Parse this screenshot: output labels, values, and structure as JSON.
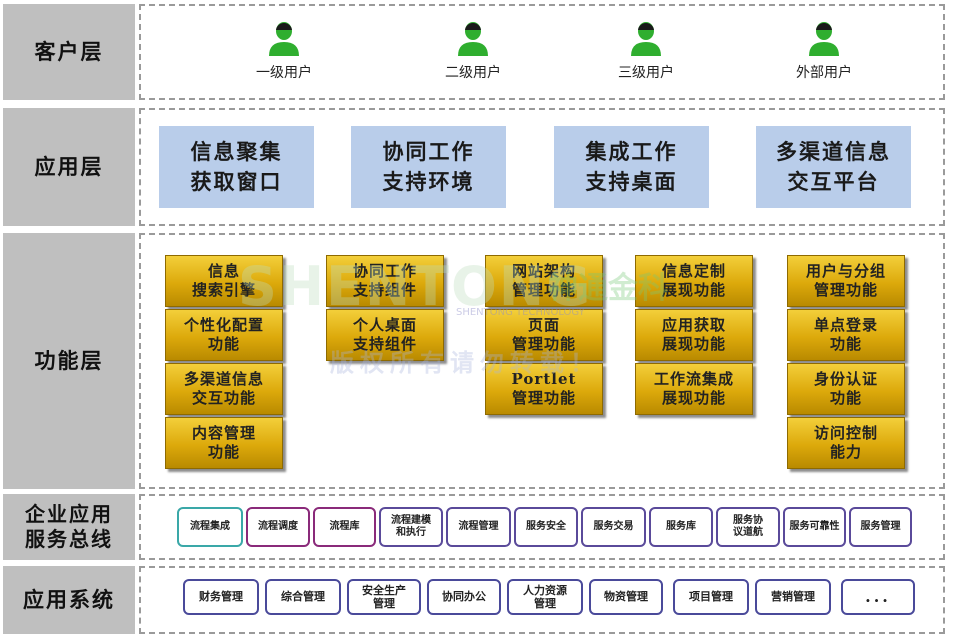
{
  "layers": {
    "client": "客户层",
    "application": "应用层",
    "function": "功能层",
    "bus": "企业应用\n服务总线",
    "system": "应用系统"
  },
  "users": [
    "一级用户",
    "二级用户",
    "三级用户",
    "外部用户"
  ],
  "apps": [
    "信息聚集\n获取窗口",
    "协同工作\n支持环境",
    "集成工作\n支持桌面",
    "多渠道信息\n交互平台"
  ],
  "functions": {
    "col1": [
      "信息\n搜索引擎",
      "个性化配置\n功能",
      "多渠道信息\n交互功能",
      "内容管理\n功能"
    ],
    "col2": [
      "协同工作\n支持组件",
      "个人桌面\n支持组件"
    ],
    "col3": [
      "网站架构\n管理功能",
      "页面\n管理功能",
      "Portlet\n管理功能"
    ],
    "col4": [
      "信息定制\n展现功能",
      "应用获取\n展现功能",
      "工作流集成\n展现功能"
    ],
    "col5": [
      "用户与分组\n管理功能",
      "单点登录\n功能",
      "身份认证\n功能",
      "访问控制\n能力"
    ]
  },
  "bus_items": [
    "流程集成",
    "流程调度",
    "流程库",
    "流程建模\n和执行",
    "流程管理",
    "服务安全",
    "服务交易",
    "服务库",
    "服务协\n议道航",
    "服务可靠性",
    "服务管理"
  ],
  "systems": [
    "财务管理",
    "综合管理",
    "安全生产\n管理",
    "协同办公",
    "人力资源\n管理",
    "物资管理",
    "项目管理",
    "营销管理",
    "..."
  ],
  "watermark": {
    "brand": "SHENTONG",
    "cn": "神通金科",
    "en": "SHENTONG TECHNOLOGY",
    "notice": "版权所有请勿转载！"
  },
  "colors": {
    "layer_label_bg": "#bfbfbf",
    "app_box": "#b9cdea",
    "func_box": "#dca90b",
    "user_icon": "#2fae2f"
  }
}
